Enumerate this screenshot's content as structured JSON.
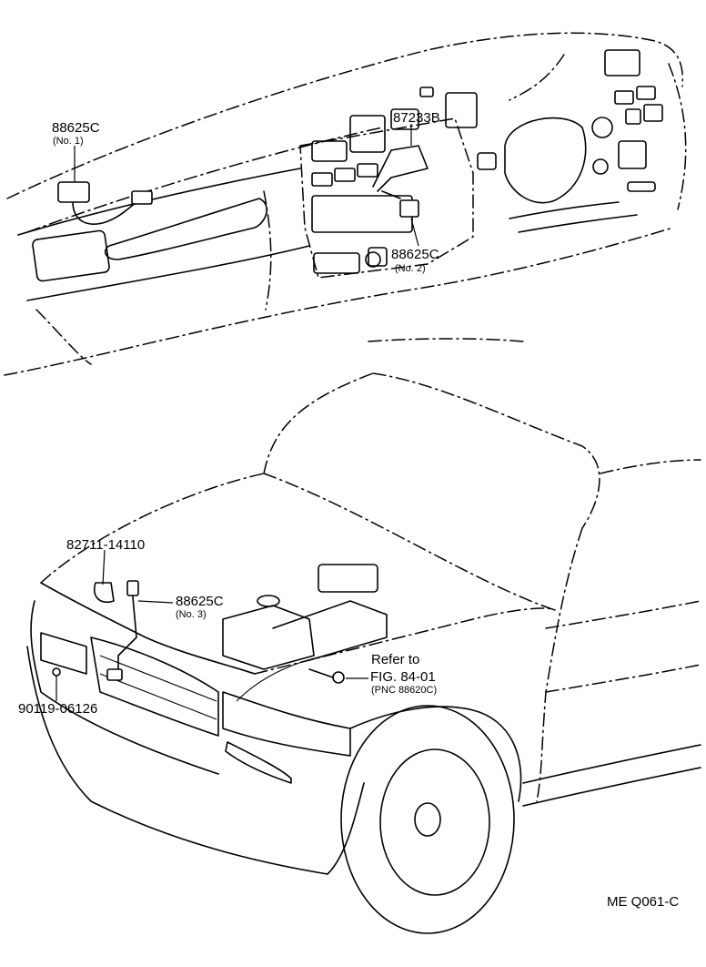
{
  "labels": {
    "part_88625c_no1": "88625C",
    "part_88625c_no1_sub": "(No. 1)",
    "part_87233b": "87233B",
    "part_88625c_no2": "88625C",
    "part_88625c_no2_sub": "(No. 2)",
    "part_82711": "82711-14110",
    "part_88625c_no3": "88625C",
    "part_88625c_no3_sub": "(No. 3)",
    "refer_line1": "Refer to",
    "refer_line2": "FIG. 84-01",
    "refer_line3": "(PNC 88620C)",
    "part_90119": "90119-06126",
    "figure_code": "ME Q061-C"
  }
}
